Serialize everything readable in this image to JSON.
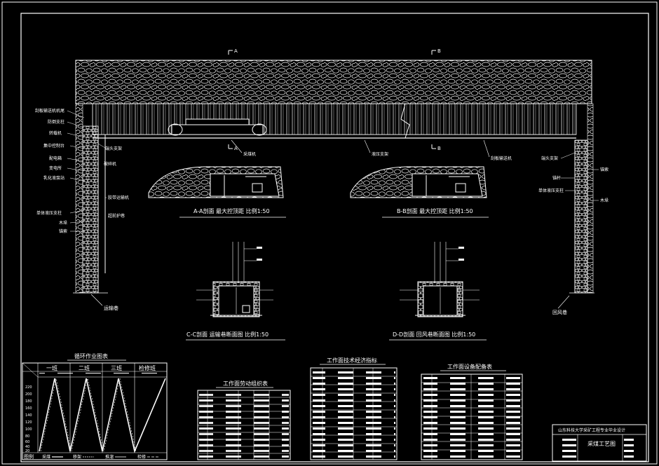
{
  "section_markers": {
    "a": "A",
    "b": "B"
  },
  "left_labels": [
    "刮板输送机机尾",
    "防倒支柱",
    "转载机",
    "集中控制台",
    "配电箱",
    "变电所",
    "乳化液泵站",
    "单体液压支柱",
    "木垛",
    "锚索"
  ],
  "left_roadway_name": "运输巷",
  "inner_left_labels": [
    "端头支架",
    "破碎机",
    "胶带运输机",
    "超前护巷"
  ],
  "face_labels": {
    "shearer": "采煤机",
    "support": "液压支架",
    "conveyor": "刮板输送机"
  },
  "right_labels": [
    "端头支架",
    "锚杆",
    "单体液压支柱",
    "锚索",
    "木垛"
  ],
  "right_roadway_name": "回风巷",
  "section_titles": {
    "aa": "A-A剖面  最大控顶距 比例1:50",
    "bb": "B-B剖面  最大控顶距 比例1:50",
    "cc": "C-C剖面  运输巷断面图 比例1:50",
    "dd": "D-D剖面  回风巷断面图 比例1:50"
  },
  "cycle_chart": {
    "title": "循环作业图表",
    "shifts": [
      "一班",
      "二班",
      "三班",
      "检修班"
    ],
    "y_ticks": [
      "220",
      "200",
      "180",
      "160",
      "140",
      "120",
      "100",
      "80",
      "60",
      "40",
      "20"
    ],
    "legend_label": "图例",
    "legend_items": [
      "采煤",
      "移架",
      "推溜",
      "检修"
    ]
  },
  "labor_table": {
    "title": "工作面劳动组织表"
  },
  "tech_table": {
    "title": "工作面技术经济指标"
  },
  "equip_table": {
    "title": "工作面设备配备表"
  },
  "title_block": {
    "heading": "山东科技大学采矿工程专业毕业设计",
    "drawing_name": "采煤工艺图"
  }
}
